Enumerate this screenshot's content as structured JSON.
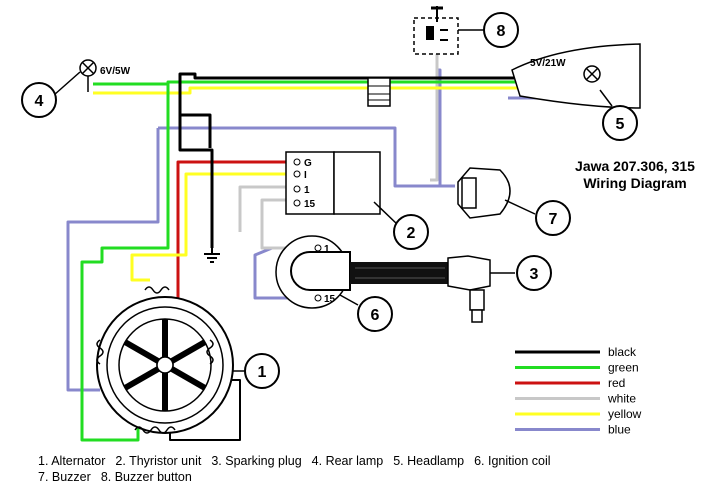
{
  "title": [
    "Jawa 207.306, 315",
    "Wiring Diagram"
  ],
  "callouts": [
    "1",
    "2",
    "3",
    "4",
    "5",
    "6",
    "7",
    "8"
  ],
  "lamp_labels": {
    "rear": "6V/5W",
    "head": "5V/21W"
  },
  "thyristor_terminals": [
    "G",
    "I",
    "1",
    "15"
  ],
  "coil_terminals": [
    "1",
    "15"
  ],
  "legend": [
    {
      "label": "black",
      "color": "#000000"
    },
    {
      "label": "green",
      "color": "#22dd22"
    },
    {
      "label": "red",
      "color": "#cc1111"
    },
    {
      "label": "white",
      "color": "#c8c8c8"
    },
    {
      "label": "yellow",
      "color": "#ffff22"
    },
    {
      "label": "blue",
      "color": "#8888cc"
    }
  ],
  "caption_line1": [
    "1. Alternator",
    "2. Thyristor unit",
    "3. Sparking plug",
    "4. Rear lamp",
    "5. Headlamp",
    "6. Ignition coil"
  ],
  "caption_line2": [
    "7. Buzzer",
    "8. Buzzer button"
  ]
}
